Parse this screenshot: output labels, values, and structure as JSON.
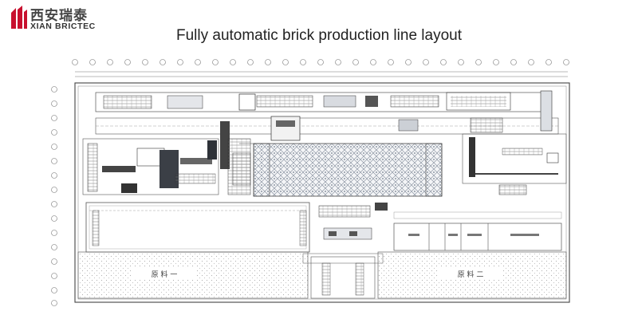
{
  "logo": {
    "cn": "西安瑞泰",
    "en": "XIAN BRICTEC"
  },
  "title": "Fully automatic brick production line layout",
  "plan": {
    "raw_material_area_1": "原 料 一",
    "raw_material_area_2": "原 料 二"
  },
  "colors": {
    "logo_red": "#c8102e",
    "line": "#555555",
    "hatch": "#9aa2ae"
  }
}
